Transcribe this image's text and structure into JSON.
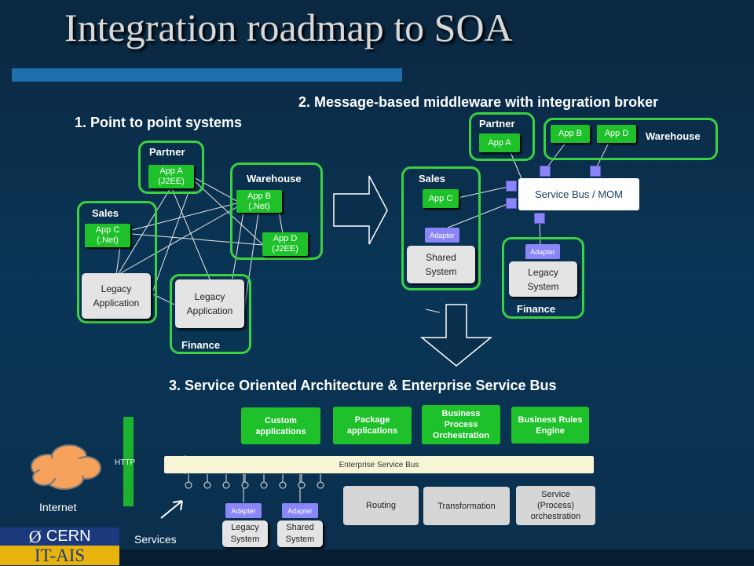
{
  "title": "Integration roadmap to SOA",
  "section1": {
    "heading": "1. Point to point systems",
    "partner": {
      "label": "Partner",
      "app": [
        "App A",
        "(J2EE)"
      ]
    },
    "warehouse": {
      "label": "Warehouse",
      "app_b": [
        "App B",
        "(.Net)"
      ],
      "app_d": [
        "App D",
        "(J2EE)"
      ]
    },
    "sales": {
      "label": "Sales",
      "app_c": [
        "App C",
        "(.Net)"
      ],
      "legacy": [
        "Legacy",
        "Application"
      ]
    },
    "finance": {
      "label": "Finance",
      "legacy": [
        "Legacy",
        "Application"
      ]
    }
  },
  "section2": {
    "heading": "2. Message-based middleware with integration broker",
    "partner": {
      "label": "Partner",
      "app": "App A"
    },
    "warehouse": {
      "label": "Warehouse",
      "app_b": "App B",
      "app_d": "App D"
    },
    "sales": {
      "label": "Sales",
      "app_c": "App C",
      "adapter": "Adapter",
      "shared": [
        "Shared",
        "System"
      ]
    },
    "bus": "Service Bus / MOM",
    "finance": {
      "label": "Finance",
      "adapter": "Adapter",
      "legacy": [
        "Legacy",
        "System"
      ]
    }
  },
  "section3": {
    "heading": "3. Service Oriented Architecture & Enterprise Service Bus",
    "top_boxes": [
      [
        "Custom",
        "applications"
      ],
      [
        "Package",
        "applications"
      ],
      [
        "Business",
        "Process",
        "Orchestration"
      ],
      [
        "Business Rules",
        "Engine"
      ]
    ],
    "esb": "Enterprise Service Bus",
    "http": "HTTP",
    "internet": "Internet",
    "services": "Services",
    "adapter1": "Adapter",
    "legacy": [
      "Legacy",
      "System"
    ],
    "adapter2": "Adapter",
    "shared": [
      "Shared",
      "System"
    ],
    "routing": "Routing",
    "transformation": "Transformation",
    "orchestration": [
      "Service",
      "(Process)",
      "orchestration"
    ]
  },
  "logo": {
    "top": "CERN",
    "bottom": "IT-AIS"
  },
  "colors": {
    "group_border": "#3ad142",
    "app_green": "#1ec12a",
    "adapter": "#8a86f8",
    "esb": "#f8f5d6",
    "cloud": "#f6a25c"
  }
}
